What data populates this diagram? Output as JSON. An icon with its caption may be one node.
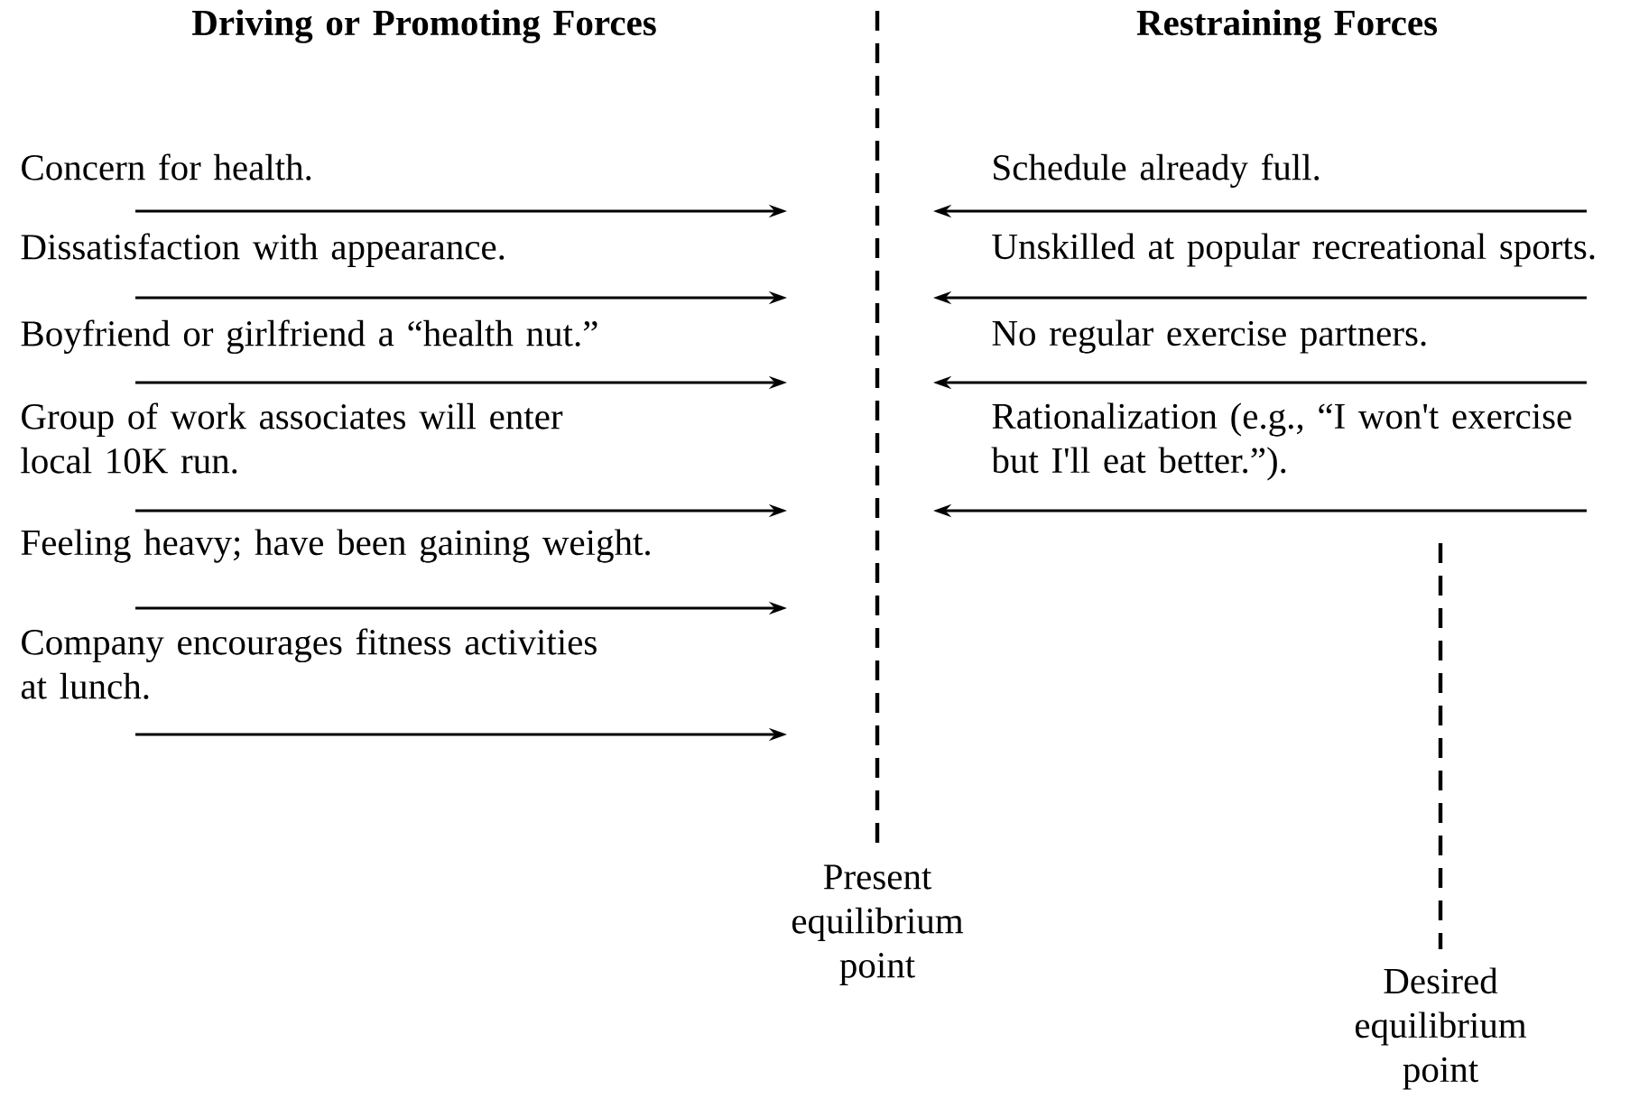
{
  "diagram": {
    "labels": [
      "Driving or Promoting Forces",
      "Restraining Forces",
      "Concern for health.",
      "Schedule already full.",
      "Dissatisfaction with appearance.",
      "Unskilled at popular recreational sports.",
      "Boyfriend or girlfriend a “health nut.”",
      "No regular exercise partners.",
      "Group of work associates will enter local 10K run.",
      "Rationalization (e.g., “I won't exercise but I'll eat better.”).",
      "Feeling heavy; have been gaining weight.",
      "Company encourages fitness activities at lunch.",
      "Present equilibrium point",
      "Desired equilibrium point"
    ]
  }
}
